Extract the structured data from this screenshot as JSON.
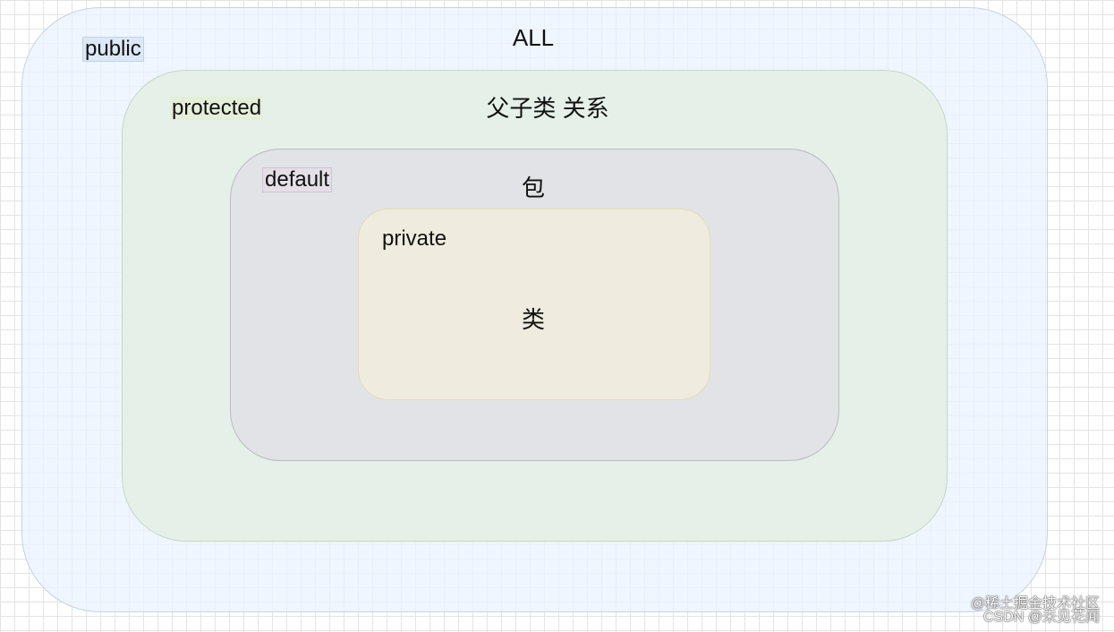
{
  "levels": {
    "public": {
      "modifier": "public",
      "scope": "ALL"
    },
    "protected": {
      "modifier": "protected",
      "scope": "父子类 关系"
    },
    "default": {
      "modifier": "default",
      "scope": "包"
    },
    "private": {
      "modifier": "private",
      "scope": "类"
    }
  },
  "watermark": {
    "line1": "@稀土掘金技术社区",
    "line2": "CSDN @未见花闻"
  },
  "colors": {
    "public_fill": "#eaf3ff",
    "protected_fill": "#e2f0e5",
    "default_fill": "#e2e2e6",
    "private_fill": "#efecdf"
  }
}
